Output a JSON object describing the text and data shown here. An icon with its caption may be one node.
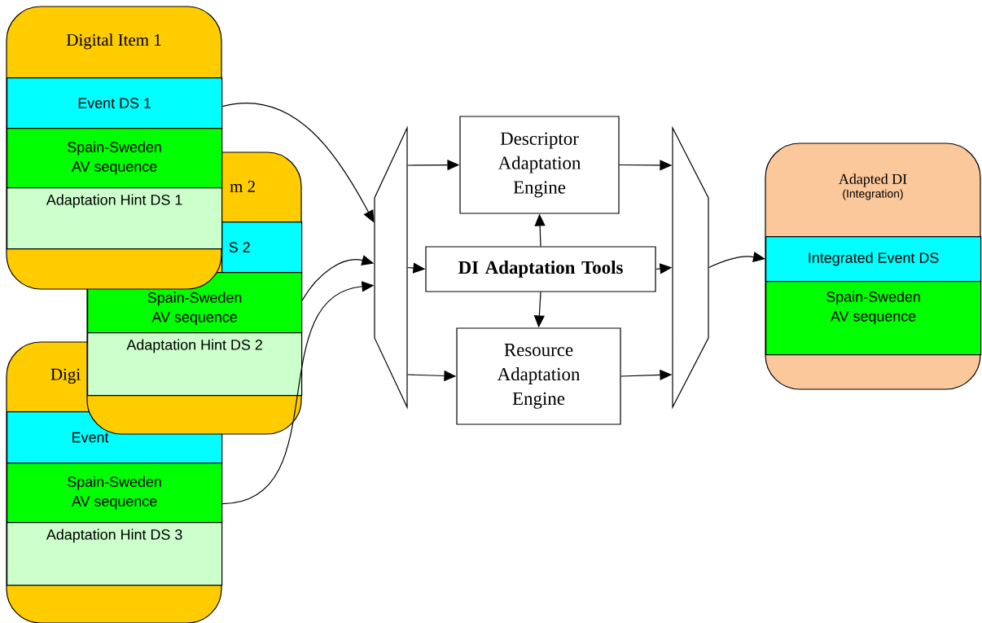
{
  "diagram": {
    "nodes": [
      {
        "text": [
          "Digital Item 1"
        ]
      },
      {
        "text": [
          "Event DS 1"
        ],
        "in": 0
      },
      {
        "text": [
          "Spain-Sweden AV sequence"
        ],
        "in": 0
      },
      {
        "text": [
          "Adaptation Hint DS 1"
        ],
        "in": 0
      },
      {
        "text": [
          "m 2"
        ]
      },
      {
        "text": [
          "S 2"
        ],
        "in": 4
      },
      {
        "text": [
          "Spain-Sweden AV sequence"
        ],
        "in": 4
      },
      {
        "text": [
          "Adaptation Hint DS 2"
        ],
        "in": 4
      },
      {
        "text": [
          "Digi"
        ]
      },
      {
        "text": [
          "Event"
        ],
        "in": 8
      },
      {
        "text": [
          "Spain-Sweden AV sequence"
        ],
        "in": 8
      },
      {
        "text": [
          "Adaptation Hint DS 3"
        ],
        "in": 8
      },
      {
        "text": [],
        "shape": "trapezoid"
      },
      {
        "text": [
          "Descriptor Adaptation Engine"
        ]
      },
      {
        "text": [
          "**DI Adaptation Tools**"
        ]
      },
      {
        "text": [
          "Resource Adaptation Engine"
        ]
      },
      {
        "text": [],
        "shape": "trapezoid"
      },
      {
        "text": [
          "Adapted DI",
          "(Integration)"
        ]
      },
      {
        "text": [
          "Integrated Event DS"
        ],
        "in": 17
      },
      {
        "text": [
          "Spain-Sweden AV sequence"
        ],
        "in": 17
      }
    ],
    "edges": [
      {
        "from": 1,
        "to": 12,
        "arrow": "to"
      },
      {
        "from": 6,
        "to": 12,
        "arrow": "to"
      },
      {
        "from": 10,
        "to": 12,
        "arrow": "to"
      },
      {
        "from": 12,
        "to": 13,
        "arrow": "to"
      },
      {
        "from": 12,
        "to": 14,
        "arrow": "to"
      },
      {
        "from": 12,
        "to": 15,
        "arrow": "to"
      },
      {
        "from": 14,
        "to": 13,
        "arrow": "to"
      },
      {
        "from": 14,
        "to": 15,
        "arrow": "to"
      },
      {
        "from": 13,
        "to": 16,
        "arrow": "to"
      },
      {
        "from": 14,
        "to": 16,
        "arrow": "to"
      },
      {
        "from": 15,
        "to": 16,
        "arrow": "to"
      },
      {
        "from": 16,
        "to": 18,
        "arrow": "to"
      }
    ]
  }
}
